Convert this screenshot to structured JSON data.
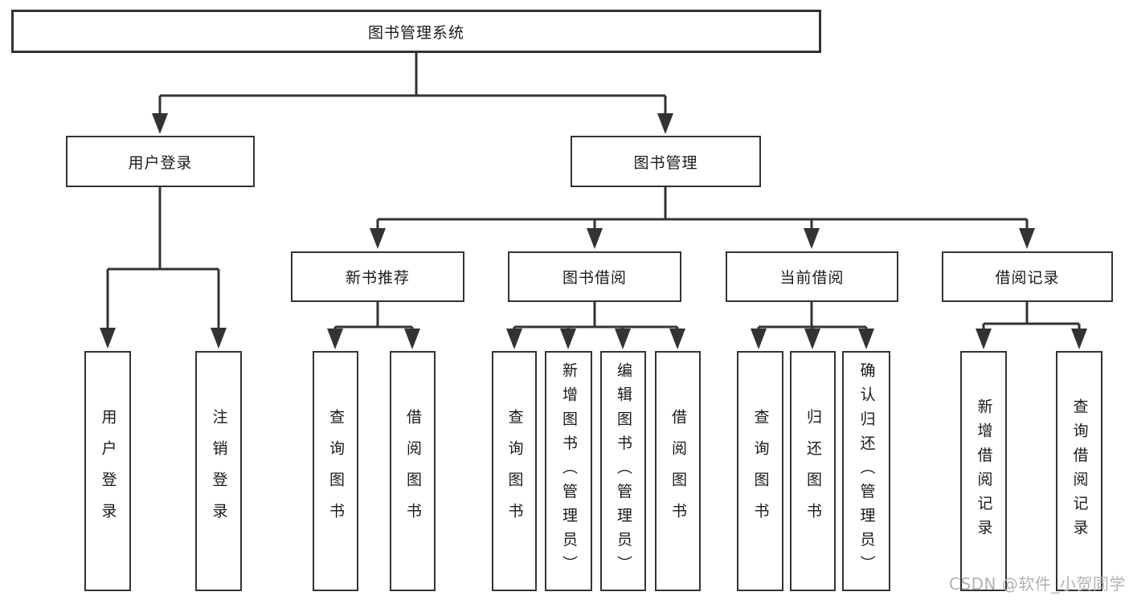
{
  "diagram": {
    "title": "图书管理系统",
    "nodes": {
      "root": {
        "label": "图书管理系统"
      },
      "level2": [
        {
          "label": "用户登录"
        },
        {
          "label": "图书管理"
        }
      ],
      "level3": [
        {
          "label": "新书推荐"
        },
        {
          "label": "图书借阅"
        },
        {
          "label": "当前借阅"
        },
        {
          "label": "借阅记录"
        }
      ],
      "leaves": [
        {
          "label": "用户登录",
          "parent": "用户登录"
        },
        {
          "label": "注销登录",
          "parent": "用户登录"
        },
        {
          "label": "查询图书",
          "parent": "新书推荐"
        },
        {
          "label": "借阅图书",
          "parent": "新书推荐"
        },
        {
          "label": "查询图书",
          "parent": "图书借阅"
        },
        {
          "label": "新增图书（管理员）",
          "parent": "图书借阅"
        },
        {
          "label": "编辑图书（管理员）",
          "parent": "图书借阅"
        },
        {
          "label": "借阅图书",
          "parent": "图书借阅"
        },
        {
          "label": "查询图书",
          "parent": "当前借阅"
        },
        {
          "label": "归还图书",
          "parent": "当前借阅"
        },
        {
          "label": "确认归还（管理员）",
          "parent": "当前借阅"
        },
        {
          "label": "新增借阅记录",
          "parent": "借阅记录"
        },
        {
          "label": "查询借阅记录",
          "parent": "借阅记录"
        }
      ]
    }
  },
  "watermark": "CSDN @软件_小贺同学",
  "colors": {
    "line": "#333333",
    "text": "#1a1a1a",
    "watermark": "#b2b2b2",
    "background": "#ffffff"
  }
}
